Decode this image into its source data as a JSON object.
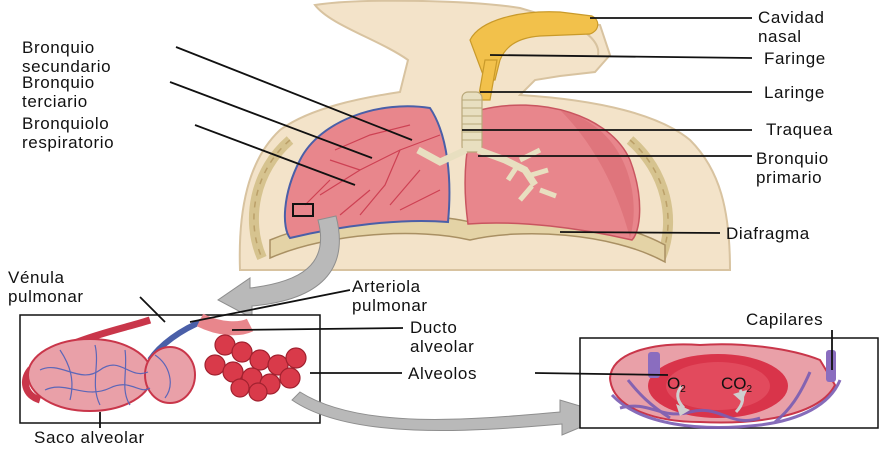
{
  "labels": {
    "cavidad_nasal": [
      "Cavidad",
      "nasal"
    ],
    "faringe": "Faringe",
    "laringe": "Laringe",
    "traquea": "Traquea",
    "bronquio_primario": [
      "Bronquio",
      "primario"
    ],
    "diafragma": "Diafragma",
    "bronquio_secundario": [
      "Bronquio",
      "secundario"
    ],
    "bronquio_terciario": [
      "Bronquio",
      "terciario"
    ],
    "bronquiolo_respiratorio": [
      "Bronquiolo",
      "respiratorio"
    ],
    "venula_pulmonar": [
      "Vénula",
      "pulmonar"
    ],
    "arteriola_pulmonar": [
      "Arteriola",
      "pulmonar"
    ],
    "ducto_alveolar": [
      "Ducto",
      "alveolar"
    ],
    "alveolos": "Alveolos",
    "capilares": "Capilares",
    "saco_alveolar": "Saco alveolar"
  },
  "gases": {
    "o2_base": "O",
    "o2_sub": "2",
    "co2_base": "CO",
    "co2_sub": "2"
  },
  "colors": {
    "skin": "#f3e3c9",
    "skin_outline": "#d8c3a0",
    "lung": "#e8868c",
    "lung_dark": "#c95560",
    "airway": "#f2c14b",
    "rib": "#e9dcb5",
    "vessel_red": "#c9364a",
    "vessel_blue": "#4a5fa8",
    "capillary": "#8a6dbf",
    "arrow": "#b9b9b9"
  }
}
